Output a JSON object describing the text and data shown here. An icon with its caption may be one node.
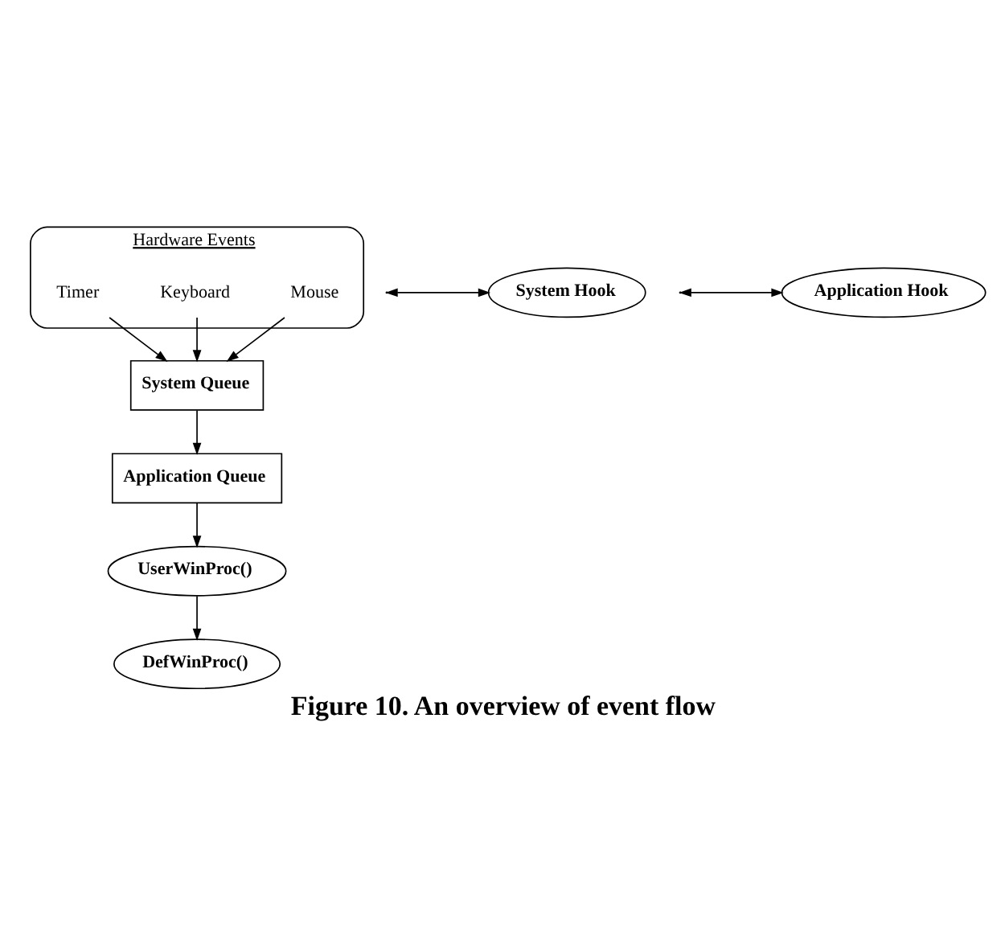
{
  "diagram": {
    "caption": "Figure 10. An overview of event flow",
    "nodes": [
      {
        "text": [
          "Hardware Events"
        ]
      },
      {
        "text": [
          "Mouse"
        ],
        "in": 0
      },
      {
        "text": [
          "Keyboard"
        ],
        "in": 0
      },
      {
        "text": [
          "Timer"
        ],
        "in": 0
      },
      {
        "text": [
          "System Queue"
        ]
      },
      {
        "text": [
          "System Hook"
        ]
      },
      {
        "text": [
          "Application Queue"
        ]
      },
      {
        "text": [
          "Application Hook"
        ]
      },
      {
        "text": [
          "UserWinProc()"
        ]
      },
      {
        "text": [
          "DefWinProc()"
        ]
      }
    ],
    "edges": [
      {
        "from": 1,
        "to": 4,
        "arrow": "to"
      },
      {
        "from": 2,
        "to": 4,
        "arrow": "to"
      },
      {
        "from": 3,
        "to": 4,
        "arrow": "to"
      },
      {
        "from": 4,
        "to": 6,
        "arrow": "to"
      },
      {
        "from": null,
        "to": 5,
        "arrow": "both"
      },
      {
        "from": 6,
        "to": 8,
        "arrow": "to"
      },
      {
        "from": null,
        "to": 7,
        "arrow": "both"
      },
      {
        "from": 8,
        "to": 9,
        "arrow": "to"
      }
    ]
  }
}
